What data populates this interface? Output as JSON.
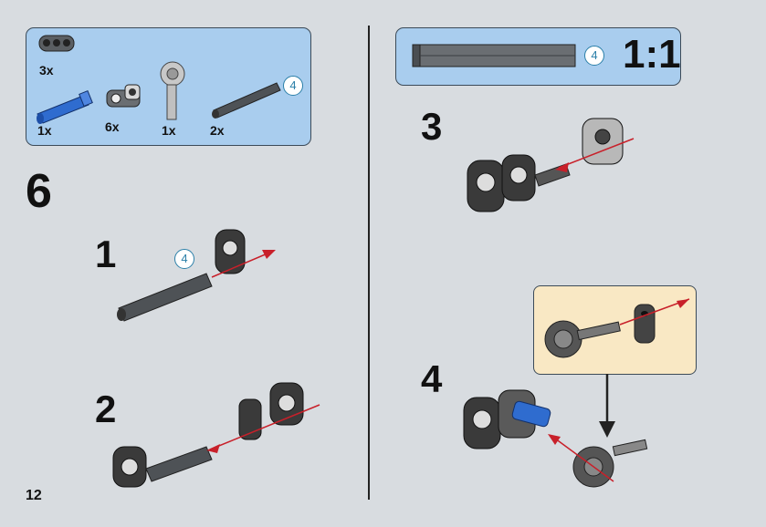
{
  "page_number": "12",
  "step_number": "6",
  "parts_list": {
    "items": [
      {
        "qty": "3x",
        "part": "technic-beam-3"
      },
      {
        "qty": "1x",
        "part": "blue-axle-pin"
      },
      {
        "qty": "6x",
        "part": "cross-block"
      },
      {
        "qty": "1x",
        "part": "gear-axle"
      },
      {
        "qty": "2x",
        "part": "axle-4"
      }
    ],
    "axle_length_callout": "4"
  },
  "scale_box": {
    "axle_length_callout": "4",
    "scale_label": "1:1"
  },
  "substeps": [
    {
      "number": "1",
      "axle_length_callout": "4"
    },
    {
      "number": "2"
    },
    {
      "number": "3"
    },
    {
      "number": "4"
    }
  ],
  "colors": {
    "panel_blue": "#a9cdee",
    "subassembly_bg": "#f9e8c4",
    "callout_teal": "#2a7fa8",
    "arrow_red": "#c8202a"
  }
}
